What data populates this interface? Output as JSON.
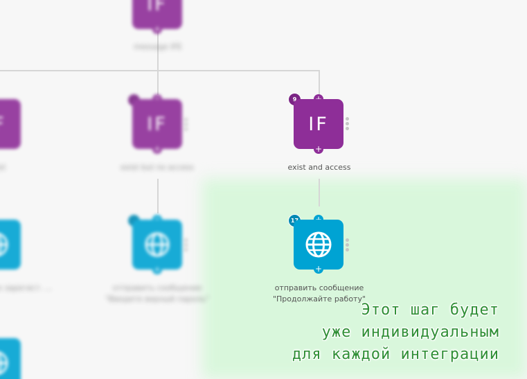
{
  "scenario": {
    "top_node": {
      "icon_name": "if-icon",
      "caption": "message IFE"
    },
    "row1": [
      {
        "icon_name": "if-icon",
        "caption": "exist"
      },
      {
        "icon_name": "if-icon",
        "caption": "exist but no access"
      },
      {
        "badge": "9",
        "label": "IF",
        "icon_name": "if-icon",
        "caption": "exist and access"
      }
    ],
    "row2": [
      {
        "icon_name": "globe-icon",
        "caption": "... не зарегист. ..."
      },
      {
        "icon_name": "globe-icon",
        "caption_line1": "отправить сообщение",
        "caption_line2": "\"Введите верный пароль\""
      },
      {
        "badge": "17",
        "icon_name": "globe-icon",
        "caption_line1": "отправить сообщение",
        "caption_line2": "\"Продолжайте работу\""
      }
    ],
    "row3": [
      {
        "icon_name": "globe-icon"
      }
    ]
  },
  "annotation": {
    "line1": "Этот шаг будет",
    "line2": "уже индивидуальным",
    "line3": "для каждой интеграции"
  },
  "colors": {
    "if_node": "#8e2e98",
    "http_node": "#00a3d3",
    "highlight_zone": "#d9f7dc",
    "annotation_text": "#2f8f35"
  }
}
